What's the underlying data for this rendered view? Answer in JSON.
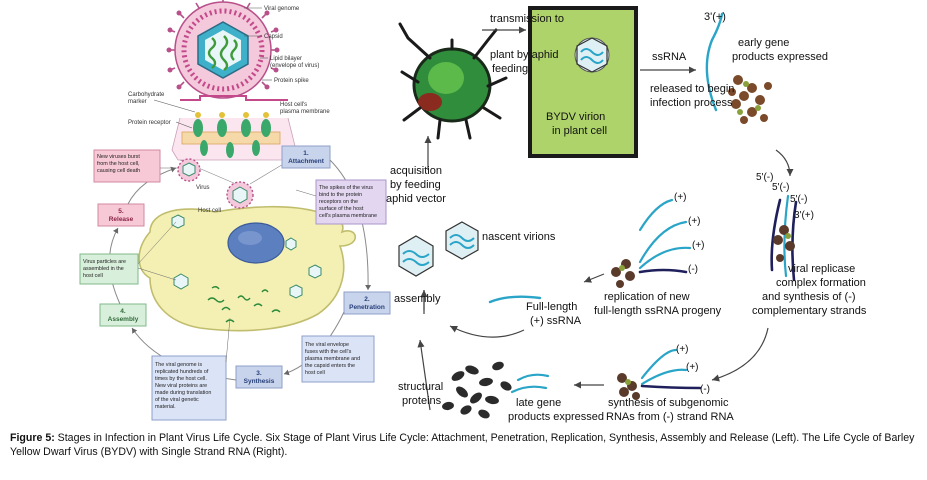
{
  "left": {
    "virus_labels": [
      "Viral genome",
      "Capsid",
      "Lipid bilayer",
      "(envelope of virus)",
      "Protein spike"
    ],
    "receptor_labels": [
      "Carbohydrate",
      "marker",
      "Protein receptor",
      "Host cell's",
      "plasma membrane"
    ],
    "virus_tag": "Virus",
    "host_tag": "Host cell",
    "stages": [
      {
        "num": "1.",
        "name": "Attachment"
      },
      {
        "num": "2.",
        "name": "Penetration"
      },
      {
        "num": "3.",
        "name": "Synthesis"
      },
      {
        "num": "4.",
        "name": "Assembly"
      },
      {
        "num": "5.",
        "name": "Release"
      }
    ],
    "notes": {
      "attachment": [
        "The spikes of the virus",
        "bind to the protein",
        "receptors on the",
        "surface of the host",
        "cell's plasma membrane"
      ],
      "penetration": [
        "The viral envelope",
        "fuses with the cell's",
        "plasma membrane and",
        "the capsid enters the",
        "host cell"
      ],
      "synthesis": [
        "The viral genome is",
        "replicated hundreds of",
        "times by the host cell.",
        "New viral proteins are",
        "made during translation",
        "of the viral genetic",
        "material."
      ],
      "assembly": [
        "Virus particles are",
        "assembled in the",
        "host cell"
      ],
      "release": [
        "New viruses burst",
        "from the host cell,",
        "causing cell death"
      ]
    }
  },
  "right": {
    "transmission": [
      "transmission to",
      "plant by aphid",
      "feeding"
    ],
    "virion": [
      "BYDV virion",
      "in plant cell"
    ],
    "ssrna": "ssRNA",
    "released": [
      "released to begin",
      "infection process"
    ],
    "three_plus": "3'(+)",
    "early": [
      "early gene",
      "products expressed"
    ],
    "acquisition": [
      "acquisition",
      "by feeding",
      "aphid vector"
    ],
    "nascent": "nascent virions",
    "assembly": "assembly",
    "replicase": [
      "viral replicase",
      "complex formation",
      "and synthesis of (-)",
      "complementary strands"
    ],
    "replication": [
      "replication of new",
      "full-length ssRNA progeny"
    ],
    "fulllength": [
      "Full-length",
      "(+) ssRNA"
    ],
    "structural": [
      "structural",
      "proteins"
    ],
    "late": [
      "late gene",
      "products expressed"
    ],
    "subgenomic": [
      "synthesis of subgenomic",
      "RNAs from (-) strand RNA"
    ],
    "plus": "(+)",
    "minus": "(-)",
    "five_minus": "5'(-)",
    "three_plus_b": "3'(+)"
  },
  "caption": {
    "label": "Figure 5:",
    "text": " Stages in Infection in Plant Virus Life Cycle. Six Stage of Plant Virus Life Cycle: Attachment, Penetration, Replication, Synthesis, Assembly and Release (Left). The Life Cycle of Barley Yellow Dwarf Virus (BYDV) with Single Strand RNA (Right)."
  },
  "colors": {
    "stage_box": "#c8d3ec",
    "stage_text": "#27407a",
    "note_pink": "#f7c9d6",
    "note_purple": "#e2d6f1",
    "note_blue": "#dbe3f6",
    "note_green": "#d8efdb",
    "cell_fill": "#f4f0b4",
    "nucleus": "#5c7fc0",
    "aphid": "#2f8d3c",
    "plant_cell": "#aed36a",
    "rna_blue": "#2aa5c8",
    "rna_dark": "#1f1f5c"
  }
}
